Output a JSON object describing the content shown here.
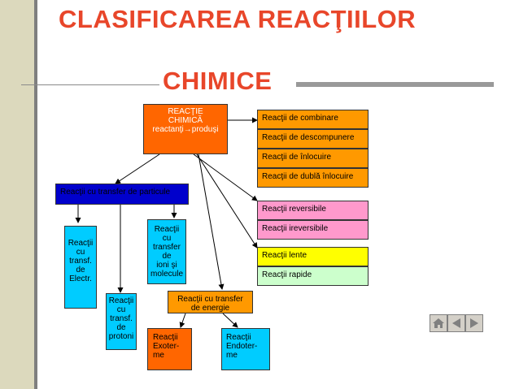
{
  "title": {
    "line1": "CLASIFICAREA REACŢIILOR",
    "line2": "CHIMICE"
  },
  "center_box": {
    "line1": "REACŢIE",
    "line2": "CHIMICĂ",
    "line3": "reactanţi→produşi"
  },
  "right_group1": [
    "Reacţii de combinare",
    "Reacţii de descompunere",
    "Reacţii de înlocuire",
    "Reacţii de dublă înlocuire"
  ],
  "right_group2": [
    "Reacţii   reversibile",
    "Reacţii ireversibile"
  ],
  "right_group3": [
    "Reacţii lente",
    "Reacţii rapide"
  ],
  "particles_box": "Reacţii cu transfer de particule",
  "electron_box": [
    "Reacţii",
    "cu",
    "transf.",
    "de",
    "Electr."
  ],
  "proton_box": [
    "Reacţii",
    "cu",
    "transf.",
    "de",
    "protoni"
  ],
  "ions_box": [
    "Reacţii",
    "cu",
    "transfer",
    "de",
    "ioni şi",
    "molecule"
  ],
  "energy_box": [
    "Reacţii cu transfer",
    "de energie"
  ],
  "exo_box": [
    "Reacţii",
    "Exoter-",
    "me"
  ],
  "endo_box": [
    "Reacţii",
    "Endoter-",
    "me"
  ],
  "colors": {
    "title": "#e8462a",
    "center": "#ff6600",
    "group1": "#ff9900",
    "group2": "#ff99cc",
    "group3a": "#ffff00",
    "group3b": "#ccffcc",
    "particles": "#0000cc",
    "cyan": "#00ccff",
    "yellow": "#ffff00"
  },
  "nav_icons": [
    "home-icon",
    "back-arrow-icon",
    "forward-arrow-icon"
  ]
}
